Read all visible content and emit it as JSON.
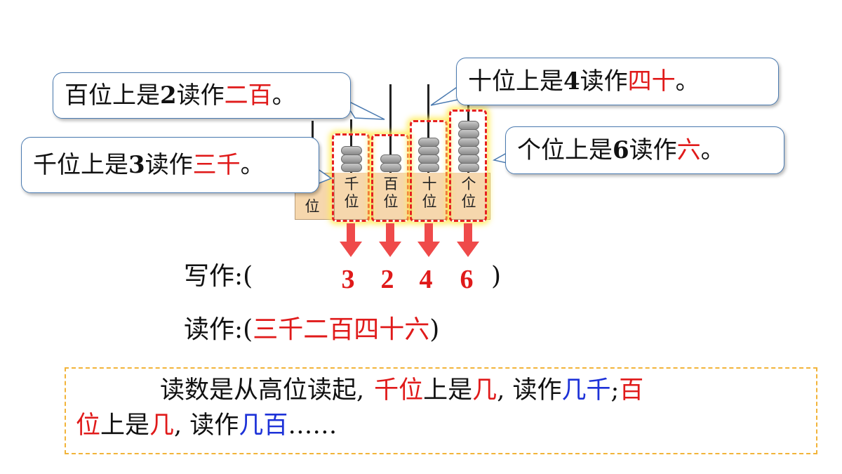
{
  "abacus": {
    "columns": [
      {
        "label_top": "千",
        "label_bottom": "位",
        "beads": 3
      },
      {
        "label_top": "百",
        "label_bottom": "位",
        "beads": 2
      },
      {
        "label_top": "十",
        "label_bottom": "位",
        "beads": 4
      },
      {
        "label_top": "个",
        "label_bottom": "位",
        "beads": 6
      }
    ],
    "partial_label": "位"
  },
  "callouts": {
    "hundreds": {
      "prefix": "百位上是",
      "digit": "2",
      "mid": "读作",
      "reading": "二百",
      "end": "。"
    },
    "thousands": {
      "prefix": "千位上是",
      "digit": "3",
      "mid": "读作",
      "reading": "三千",
      "end": "。"
    },
    "tens": {
      "prefix": "十位上是",
      "digit": "4",
      "mid": "读作",
      "reading": "四十",
      "end": "。"
    },
    "ones": {
      "prefix": "个位上是",
      "digit": "6",
      "mid": "读作",
      "reading": "六",
      "end": "。"
    }
  },
  "write": {
    "label": "写作:(",
    "digits": [
      "3",
      "2",
      "4",
      "6"
    ],
    "close": ")"
  },
  "read": {
    "label": "读作:(",
    "value": "三千二百四十六",
    "close": ")"
  },
  "summary": {
    "indent_text": "读数是从高位读起,",
    "thousands_pos": "千位",
    "on": "上是",
    "ji": "几",
    "comma1": ", 读作",
    "ji_thousand": "几千",
    "semicolon": ";",
    "hundreds_pos_1": "百",
    "hundreds_pos_2": "位",
    "on2": "上是",
    "ji2": "几",
    "comma2": ", 读作",
    "ji_hundred": "几百",
    "ellipsis": "……"
  },
  "colors": {
    "red": "#e01a1a",
    "blue": "#1d32d8",
    "frame": "#f6d7ad",
    "highlight": "#e62020"
  }
}
